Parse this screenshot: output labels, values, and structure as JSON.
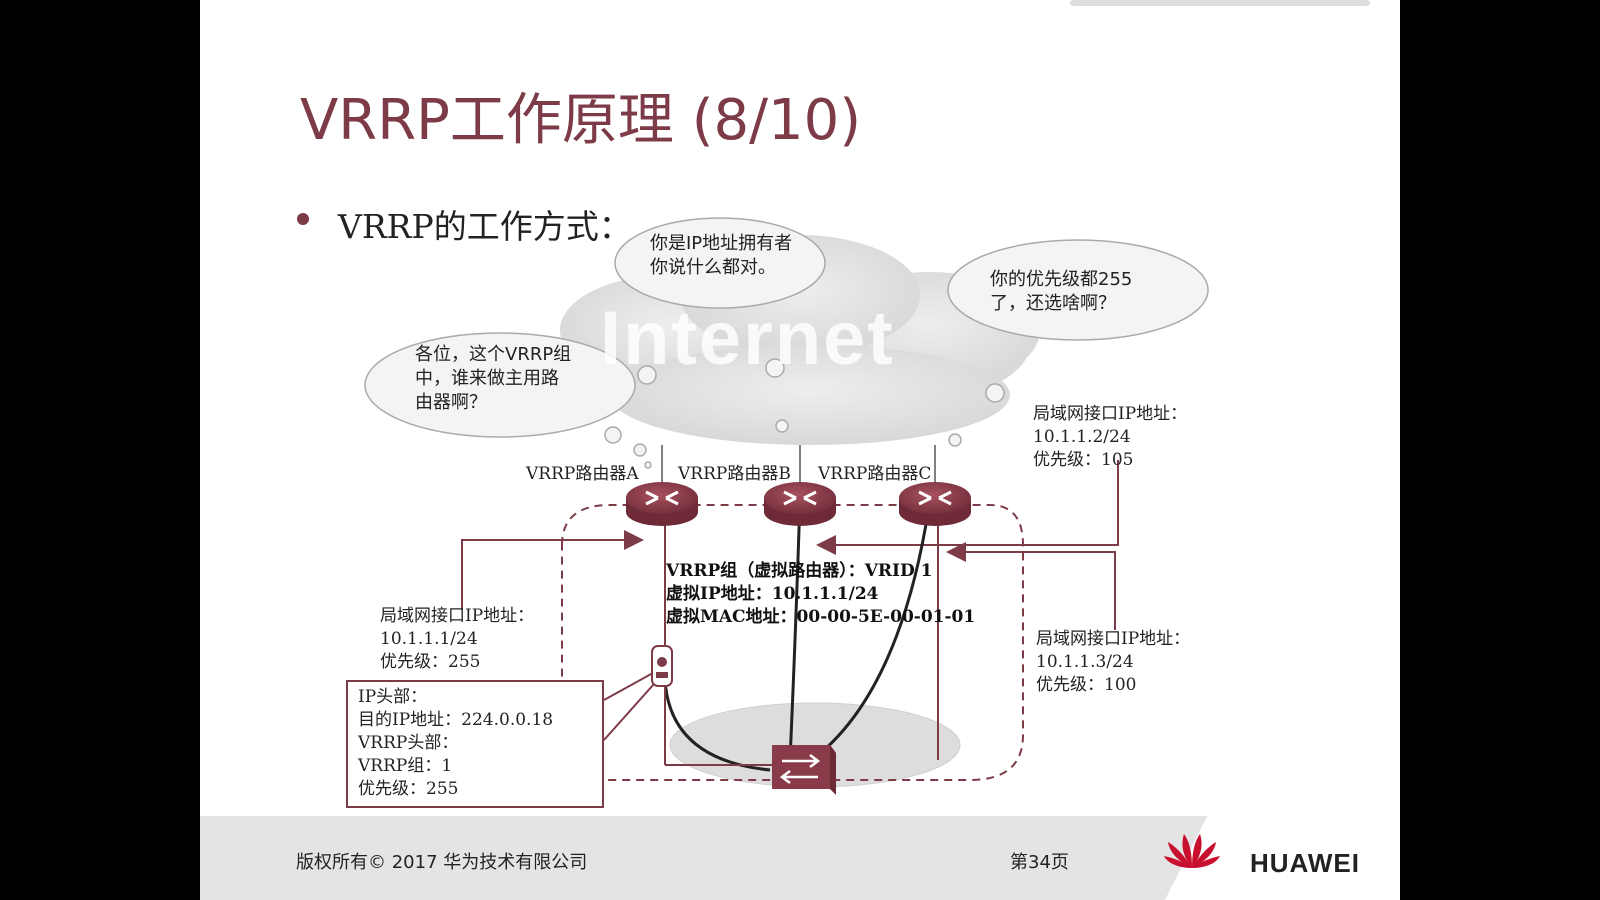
{
  "title": "VRRP工作原理 (8/10)",
  "bullet": "VRRP的工作方式：",
  "cloud_text": "Internet",
  "bubbles": {
    "center": [
      "你是IP地址拥有者",
      "你说什么都对。"
    ],
    "right": [
      "你的优先级都255",
      "了，还选啥啊？"
    ],
    "left": [
      "各位，这个VRRP组",
      "中，谁来做主用路",
      "由器啊？"
    ]
  },
  "routers": {
    "a": "VRRP路由器A",
    "b": "VRRP路由器B",
    "c": "VRRP路由器C"
  },
  "vrrp_group": {
    "line1": "VRRP组（虚拟路由器）：VRID 1",
    "line2": "虚拟IP地址：10.1.1.1/24",
    "line3": "虚拟MAC地址：00-00-5E-00-01-01"
  },
  "lan_a": {
    "title": "局域网接口IP地址：",
    "ip": "10.1.1.1/24",
    "priority": "优先级：255"
  },
  "lan_b": {
    "title": "局域网接口IP地址：",
    "ip": "10.1.1.2/24",
    "priority": "优先级：105"
  },
  "lan_c": {
    "title": "局域网接口IP地址：",
    "ip": "10.1.1.3/24",
    "priority": "优先级：100"
  },
  "packet": {
    "l1": "IP头部：",
    "l2": "目的IP地址：224.0.0.18",
    "l3": "VRRP头部：",
    "l4": "VRRP组：1",
    "l5": "优先级：255"
  },
  "footer": {
    "copyright": "版权所有© 2017 华为技术有限公司",
    "page": "第34页",
    "logo": "HUAWEI"
  },
  "colors": {
    "accent": "#7d3a47",
    "router": "#8a3b4a",
    "footer_bg": "#e4e4e4"
  },
  "icons": [
    "router-icon",
    "switch-icon",
    "packet-icon",
    "huawei-logo-icon",
    "internet-cloud-icon",
    "thought-bubble-icon"
  ]
}
